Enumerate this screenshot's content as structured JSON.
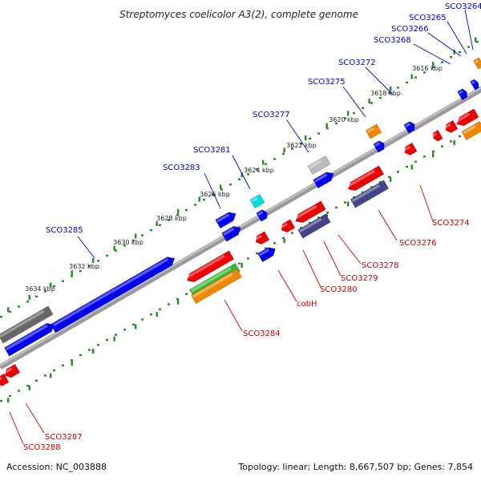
{
  "title": "Streptomyces coelicolor A3(2), complete genome",
  "footer": {
    "accession": "Accession: NC_003888",
    "summary": "Topology: linear; Length: 8,667,507 bp; Genes: 7,854"
  },
  "scale_labels": [
    "3616 kbp",
    "3618 kbp",
    "3620 kbp",
    "3622 kbp",
    "3624 kbp",
    "3626 kbp",
    "3628 kbp",
    "3630 kbp",
    "3632 kbp",
    "3634 kbp"
  ],
  "gene_labels_top": [
    "SCO3264",
    "SCO3265",
    "SCO3266",
    "SCO3268",
    "SCO3272",
    "SCO3275",
    "SCO3277",
    "SCO3281",
    "SCO3283",
    "SCO3285"
  ],
  "gene_labels_bottom": [
    "SCO3274",
    "SCO3276",
    "SCO3278",
    "SCO3279",
    "SCO3280",
    "cobH",
    "SCO3284",
    "SCO3287",
    "SCO3288"
  ],
  "colors": {
    "forward_gene": "#0000ee",
    "reverse_gene": "#ee0000",
    "top_label": "#0000cc",
    "bottom_label": "#cc0000",
    "backbone": "#888888",
    "tick": "#2a8a2a",
    "orange_gene": "#ee8800",
    "navy_gene": "#444488",
    "gray_gene": "#666666",
    "cyan_gene": "#00dddd",
    "green_gene": "#33bb33",
    "lightgray_gene": "#bbbbbb"
  }
}
